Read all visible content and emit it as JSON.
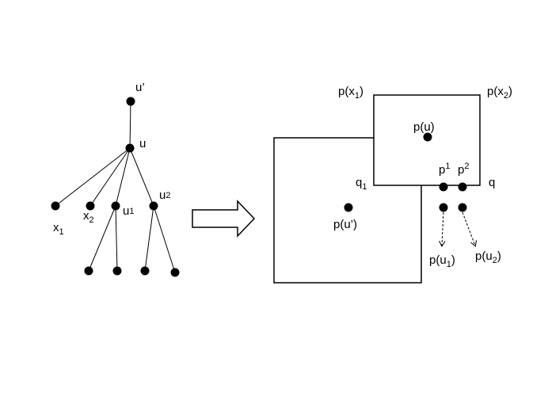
{
  "tree": {
    "labels": {
      "u_prime": "u’",
      "u": "u",
      "x1": "x",
      "x1_sub": "1",
      "x2": "x",
      "x2_sub": "2",
      "u1": "u",
      "u1_sub": "1",
      "u2": "u",
      "u2_sub": "2"
    }
  },
  "arrow": {
    "icon": "right-hollow-arrow-icon"
  },
  "plane": {
    "labels": {
      "p_x1": "p(x",
      "p_x1_sub": "1",
      "p_x1_close": ")",
      "p_x2": "p(x",
      "p_x2_sub": "2",
      "p_x2_close": ")",
      "p_u": "p(u)",
      "p_u_prime": "p(u’)",
      "q1": "q",
      "q1_sub": "1",
      "q": "q",
      "p1": "p",
      "p1_sup": "1",
      "p2": "p",
      "p2_sup": "2",
      "p_u1": "p(u",
      "p_u1_sub": "1",
      "p_u1_close": ")",
      "p_u2": "p(u",
      "p_u2_sub": "2",
      "p_u2_close": ")"
    }
  }
}
